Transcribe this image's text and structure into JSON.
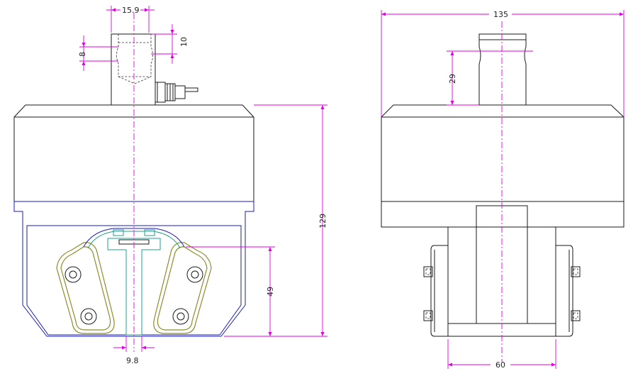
{
  "colors": {
    "outline": "#1a1a1a",
    "dimension": "#e000e0",
    "body_blue": "#1a1ac0",
    "jaw_green": "#20a090",
    "jaw_olive": "#8c8c2a"
  },
  "dimensions": {
    "top_width": "15.9",
    "top_height": "10",
    "bore_offset": "8",
    "total_height": "129",
    "jaw_height": "49",
    "jaw_gap": "9.8",
    "overall_width": "135",
    "shank_depth": "29",
    "base_width": "60"
  }
}
